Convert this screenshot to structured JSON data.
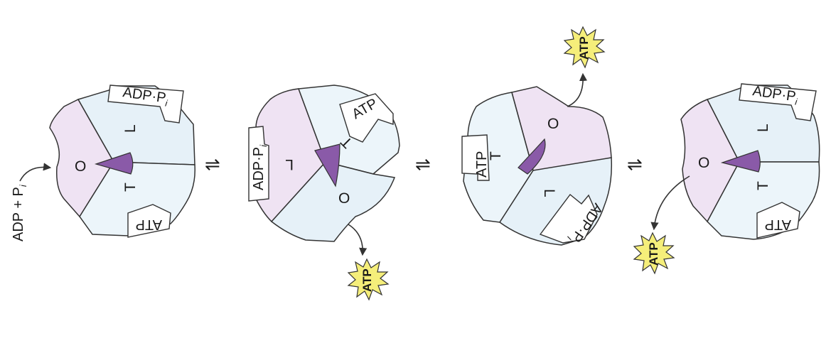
{
  "colors": {
    "loose": "#e6f1f8",
    "open": "#efe3f3",
    "tight": "#ecf5fa",
    "gamma": "#8a5aa8",
    "star": "#f5ee7a",
    "outline": "#333333"
  },
  "input": {
    "text": "ADP + P",
    "sub": "i"
  },
  "equilibrium_symbol": "⇌",
  "product_label": "ATP",
  "states": [
    {
      "O": "O",
      "L": "L",
      "T": "T",
      "ligand_L": "ADP·P",
      "ligand_L_sub": "i",
      "ligand_T": "ATP"
    },
    {
      "O": "O",
      "L": "L",
      "T": "T",
      "ligand_L": "ADP·P",
      "ligand_L_sub": "i",
      "ligand_T": "ATP"
    },
    {
      "O": "O",
      "L": "L",
      "T": "T",
      "ligand_L": "ADP·P",
      "ligand_L_sub": "i",
      "ligand_T": "ATP"
    },
    {
      "O": "O",
      "L": "L",
      "T": "T",
      "ligand_L": "ADP·P",
      "ligand_L_sub": "i",
      "ligand_T": "ATP"
    }
  ]
}
